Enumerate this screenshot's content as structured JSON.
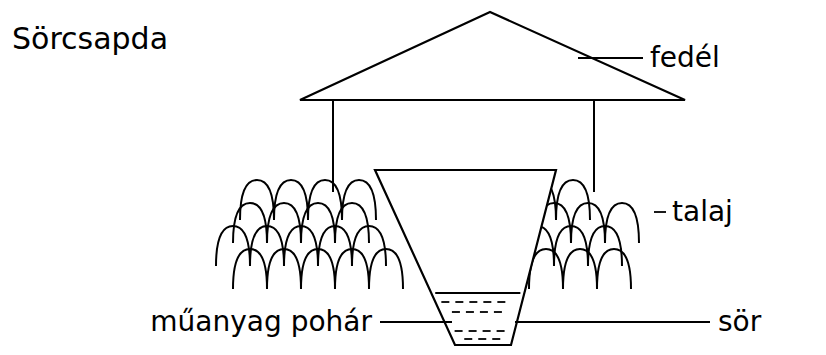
{
  "diagram": {
    "title": "Sörcsapda",
    "labels": [
      "fedél",
      "talaj",
      "sör",
      "műanyag pohár"
    ]
  }
}
